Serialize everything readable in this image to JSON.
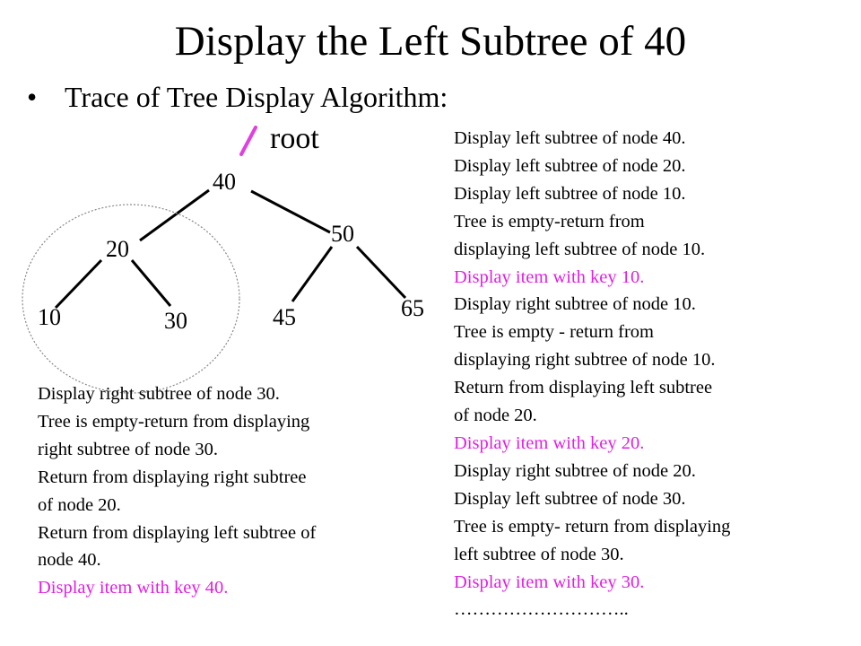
{
  "title": "Display the Left Subtree of 40",
  "bullet": {
    "symbol": "•",
    "text": "Trace of Tree Display Algorithm:"
  },
  "diagram": {
    "root_label": "root",
    "pointer_color": "#e040e0",
    "highlight_color": "#e020e0",
    "nodes": [
      {
        "id": "n40",
        "key": "40"
      },
      {
        "id": "n20",
        "key": "20"
      },
      {
        "id": "n50",
        "key": "50"
      },
      {
        "id": "n10",
        "key": "10"
      },
      {
        "id": "n30",
        "key": "30"
      },
      {
        "id": "n45",
        "key": "45"
      },
      {
        "id": "n65",
        "key": "65"
      }
    ],
    "edges": [
      {
        "from": "40",
        "to": "20"
      },
      {
        "from": "40",
        "to": "50"
      },
      {
        "from": "20",
        "to": "10"
      },
      {
        "from": "20",
        "to": "30"
      },
      {
        "from": "50",
        "to": "45"
      },
      {
        "from": "50",
        "to": "65"
      }
    ]
  },
  "trace_right": [
    {
      "text": "Display left subtree of node 40.",
      "highlight": false
    },
    {
      "text": "Display left subtree of node 20.",
      "highlight": false
    },
    {
      "text": "Display left subtree of node 10.",
      "highlight": false
    },
    {
      "text": "Tree is empty-return from",
      "highlight": false
    },
    {
      "text": "displaying left subtree of node 10.",
      "highlight": false
    },
    {
      "text": "Display item with key 10.",
      "highlight": true
    },
    {
      "text": "Display right subtree of node 10.",
      "highlight": false
    },
    {
      "text": "Tree is empty - return from",
      "highlight": false
    },
    {
      "text": "displaying right subtree of node 10.",
      "highlight": false
    },
    {
      "text": "Return from displaying left subtree",
      "highlight": false
    },
    {
      "text": "of node 20.",
      "highlight": false
    },
    {
      "text": "Display item with key 20.",
      "highlight": true
    },
    {
      "text": "Display right subtree of node 20.",
      "highlight": false
    },
    {
      "text": "Display left subtree of node 30.",
      "highlight": false
    },
    {
      "text": "Tree is empty- return from displaying",
      "highlight": false
    },
    {
      "text": "left subtree of node 30.",
      "highlight": false
    },
    {
      "text": "Display item with key 30.",
      "highlight": true
    },
    {
      "text": "………………………..",
      "highlight": false
    }
  ],
  "trace_left": [
    {
      "text": "Display right subtree of node 30.",
      "highlight": false
    },
    {
      "text": "Tree is empty-return from displaying",
      "highlight": false
    },
    {
      "text": "right subtree of node 30.",
      "highlight": false
    },
    {
      "text": "Return from displaying right subtree",
      "highlight": false
    },
    {
      "text": "of node 20.",
      "highlight": false
    },
    {
      "text": "Return from displaying left subtree of",
      "highlight": false
    },
    {
      "text": "node 40.",
      "highlight": false
    },
    {
      "text": "Display item with key 40.",
      "highlight": true
    }
  ]
}
